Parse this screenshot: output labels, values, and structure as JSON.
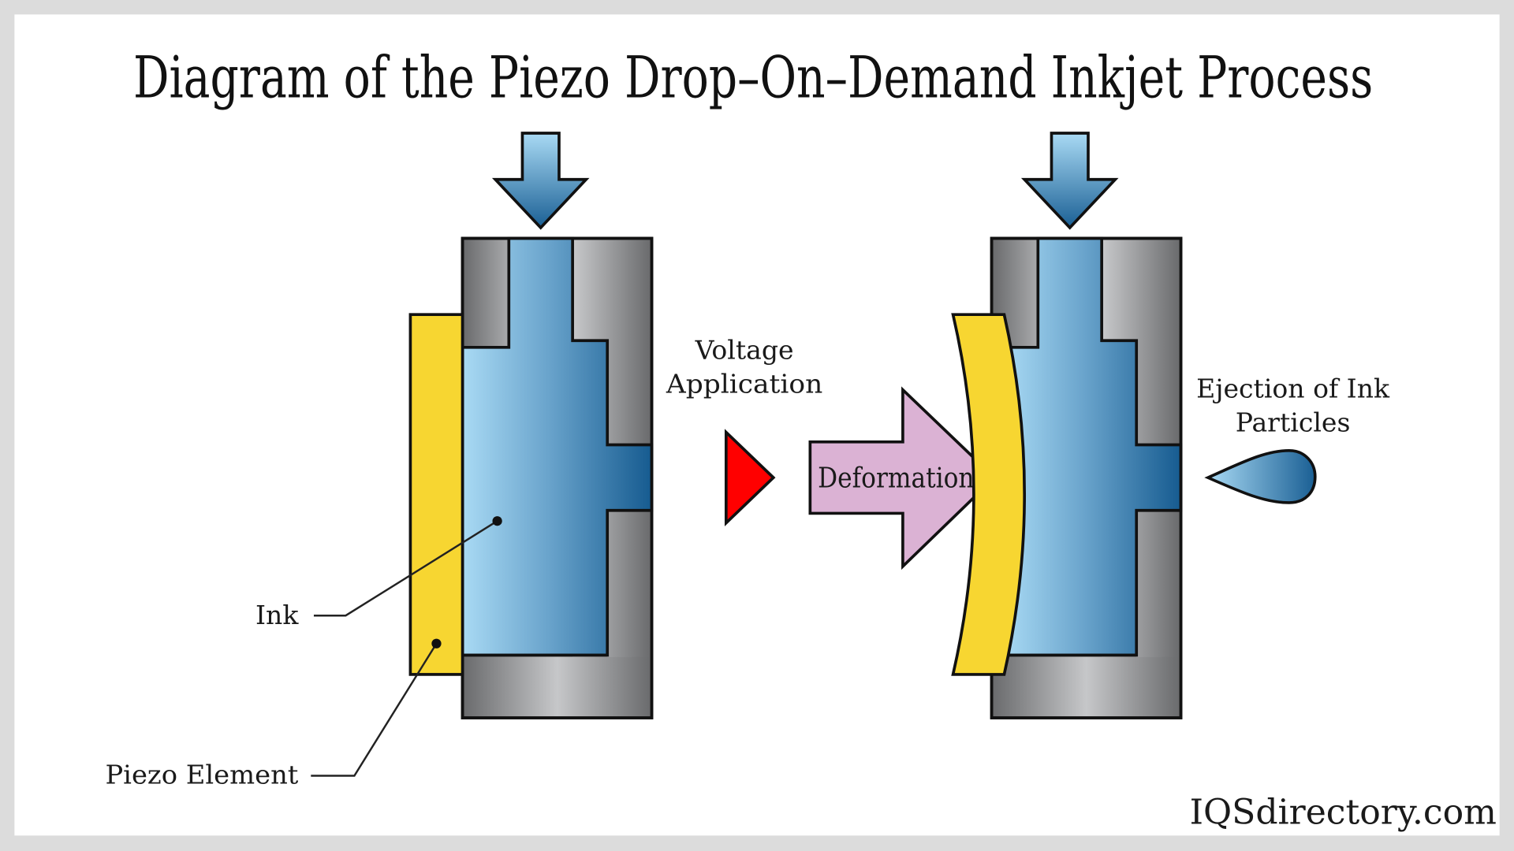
{
  "title": "Diagram of the Piezo Drop–On–Demand Inkjet Process",
  "labels": {
    "voltage_line1": "Voltage",
    "voltage_line2": "Application",
    "deformation": "Deformation",
    "ejection_line1": "Ejection of Ink",
    "ejection_line2": "Particles",
    "ink": "Ink",
    "piezo_element": "Piezo Element"
  },
  "watermark": "IQSdirectory.com",
  "stages": [
    {
      "name": "before-voltage",
      "piezo_state": "flat"
    },
    {
      "name": "after-voltage",
      "piezo_state": "deformed"
    }
  ],
  "colors": {
    "background_frame": "#dcdcdc",
    "canvas": "#ffffff",
    "piezo_yellow": "#f7d631",
    "ink_light": "#a8d8f2",
    "ink_dark": "#155a8f",
    "housing_dark": "#6e6f71",
    "housing_light": "#c4c5c7",
    "voltage_red": "#ff0000",
    "deformation_pink": "#dbb2d4",
    "outline": "#111111"
  }
}
